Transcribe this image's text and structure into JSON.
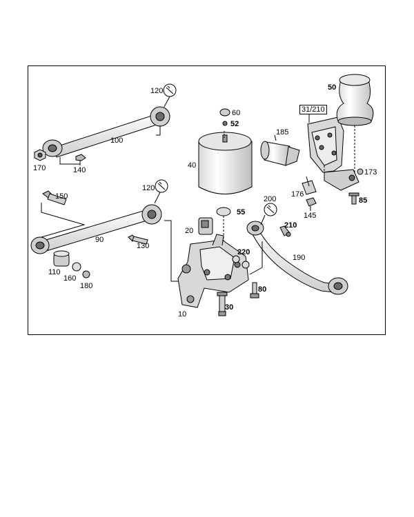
{
  "labels": {
    "l120a": "120",
    "l100": "100",
    "l170": "170",
    "l140": "140",
    "l60": "60",
    "l52": "52",
    "l40": "40",
    "l3121": "31/210",
    "l185": "185",
    "l50": "50",
    "l173": "173",
    "l176": "176",
    "l85": "85",
    "l145": "145",
    "l150": "150",
    "l120b": "120",
    "l90": "90",
    "l130": "130",
    "l110": "110",
    "l160": "160",
    "l180": "180",
    "l55": "55",
    "l20": "20",
    "l200": "200",
    "l210": "210",
    "l220": "220",
    "l190": "190",
    "l80": "80",
    "l30": "30",
    "l10": "10"
  }
}
